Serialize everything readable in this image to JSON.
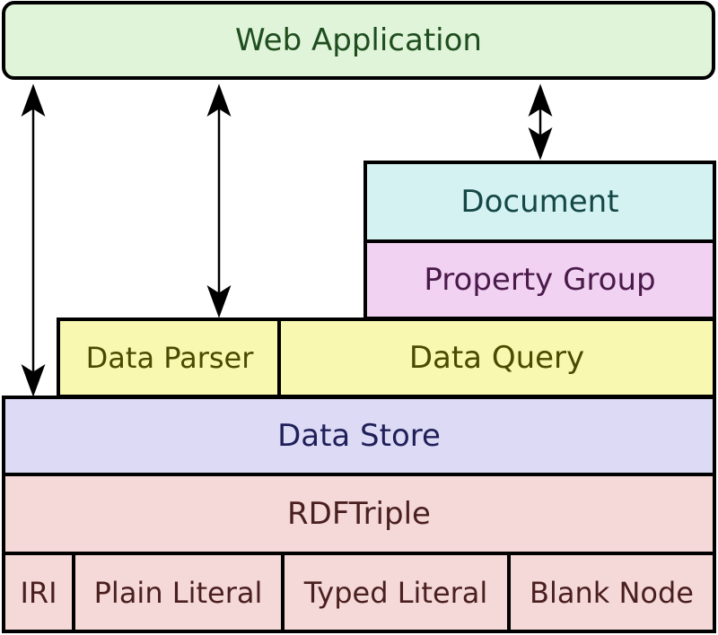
{
  "diagram": {
    "web_application": "Web Application",
    "document": "Document",
    "property_group": "Property Group",
    "data_parser": "Data Parser",
    "data_query": "Data Query",
    "data_store": "Data Store",
    "rdf_triple": "RDFTriple",
    "iri": "IRI",
    "plain_literal": "Plain Literal",
    "typed_literal": "Typed Literal",
    "blank_node": "Blank Node"
  },
  "colors": {
    "web_application": "#dff4d8",
    "document": "#d4f2f2",
    "property_group": "#f2d2f2",
    "data_parser": "#f8f8b0",
    "data_query": "#f8f8b0",
    "data_store": "#dcdaf4",
    "rdf_triple": "#f5d8d8",
    "literals": "#f5d8d8",
    "arrow": "#000000",
    "border": "#000000"
  }
}
